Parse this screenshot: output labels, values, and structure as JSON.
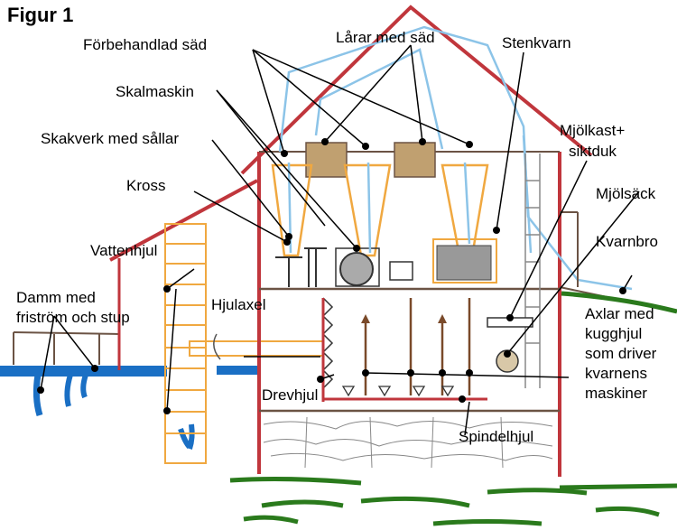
{
  "figure_title": "Figur 1",
  "labels": {
    "forbehandlad_sad": "Förbehandlad säd",
    "laror_med_sad": "Lårar med säd",
    "stenkvarn": "Stenkvarn",
    "skalmaskin": "Skalmaskin",
    "skakverk": "Skakverk med sållar",
    "mjolkast_line1": "Mjölkast+",
    "mjolkast_line2": "siktduk",
    "kross": "Kross",
    "mjolsack": "Mjölsäck",
    "vattenhjul": "Vattenhjul",
    "kvarnbro": "Kvarnbro",
    "damm_line1": "Damm med",
    "damm_line2": "friström och stup",
    "hjulaxel": "Hjulaxel",
    "axlar_line1": "Axlar med",
    "axlar_line2": "kugghjul",
    "axlar_line3": "som driver",
    "axlar_line4": "kvarnens",
    "axlar_line5": "maskiner",
    "drevhjul": "Drevhjul",
    "spindelhjul": "Spindelhjul"
  },
  "colors": {
    "roof": "#c0363c",
    "wall": "#6b5344",
    "grain_flow": "#8cc4e8",
    "hopper": "#f0a840",
    "water": "#1a6fc4",
    "grass": "#2a7a1c",
    "shaft": "#7a4a2a"
  }
}
